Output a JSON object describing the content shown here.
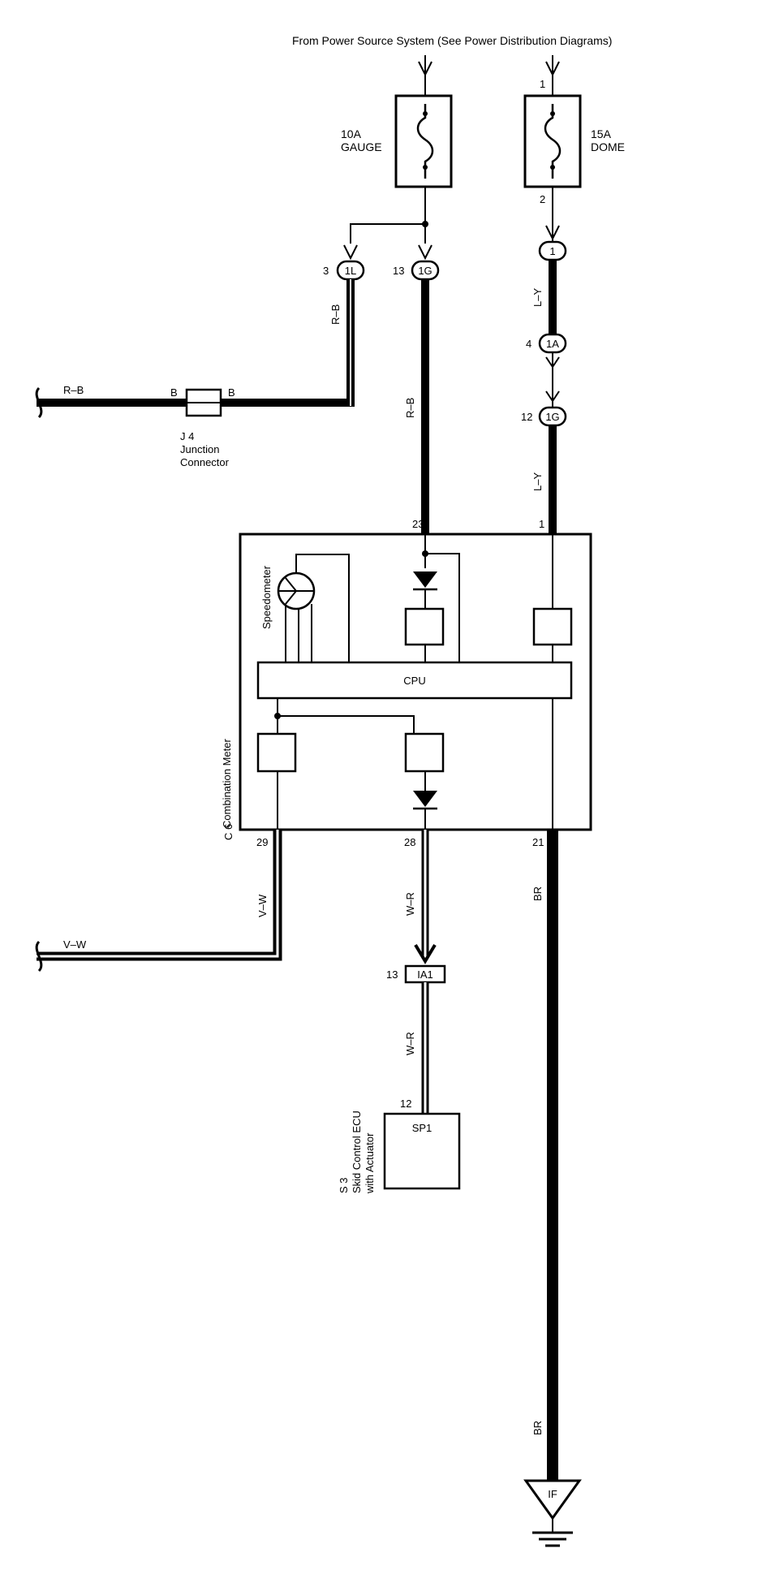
{
  "header": {
    "title": "From Power Source System (See Power Distribution Diagrams)"
  },
  "fuses": {
    "gauge": {
      "rating": "10A",
      "name": "GAUGE"
    },
    "dome": {
      "rating": "15A",
      "name": "DOME",
      "pin_in": "1",
      "pin_out": "2"
    }
  },
  "connectors": {
    "c1L": {
      "label": "1L",
      "pin": "3"
    },
    "c1G_top": {
      "label": "1G",
      "pin": "13"
    },
    "c1": {
      "label": "1"
    },
    "c1A": {
      "label": "1A",
      "pin": "4"
    },
    "c1G_mid": {
      "label": "1G",
      "pin": "12"
    },
    "cIA1": {
      "label": "IA1",
      "pin": "13"
    }
  },
  "wires": {
    "rb": "R–B",
    "ly": "L–Y",
    "vw": "V–W",
    "wr": "W–R",
    "br": "BR"
  },
  "junction": {
    "id": "J 4",
    "line1": "Junction",
    "line2": "Connector",
    "pin_left": "B",
    "pin_right": "B"
  },
  "meter": {
    "id": "C 6",
    "name": "Combination Meter",
    "speedometer": "Speedometer",
    "cpu": "CPU",
    "pins": {
      "p23": "23",
      "p1": "1",
      "p29": "29",
      "p28": "28",
      "p21": "21"
    }
  },
  "ecu": {
    "id": "S 3",
    "line1": "Skid Control ECU",
    "line2": "with Actuator",
    "terminal": "SP1",
    "pin": "12"
  },
  "ground": {
    "label": "IF"
  }
}
